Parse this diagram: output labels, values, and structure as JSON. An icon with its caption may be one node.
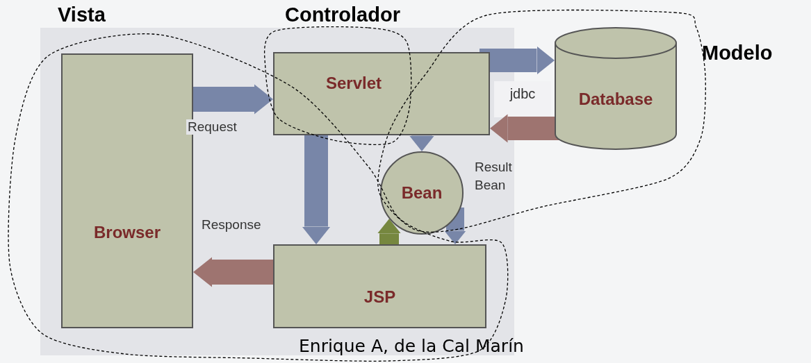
{
  "diagram": {
    "nodes": [
      {
        "text": [
          "Browser"
        ]
      },
      {
        "text": [
          "Servlet"
        ]
      },
      {
        "text": [
          "Database"
        ]
      },
      {
        "text": [
          "Bean"
        ],
        "beside": [
          "Result Bean"
        ]
      },
      {
        "text": [
          "JSP"
        ]
      }
    ],
    "edges": [
      {
        "from": 0,
        "to": 1,
        "arrow": "to",
        "label": "Request"
      },
      {
        "from": 1,
        "to": 2,
        "arrow": "to"
      },
      {
        "from": 2,
        "to": 1,
        "arrow": "to",
        "color": "#9e7470"
      },
      {
        "from": 1,
        "to": 3,
        "arrow": "to"
      },
      {
        "from": 1,
        "to": 4,
        "arrow": "to"
      },
      {
        "from": 3,
        "to": 4,
        "arrow": "to"
      },
      {
        "from": 4,
        "to": 3,
        "arrow": "to",
        "color": "#76873f"
      },
      {
        "from": 4,
        "to": 0,
        "arrow": "to",
        "label": "Response",
        "color": "#9e7470"
      }
    ],
    "labels": [
      "Vista",
      "Controlador",
      "Modelo",
      "jdbc",
      "Enrique A, de la Cal Marín"
    ]
  }
}
